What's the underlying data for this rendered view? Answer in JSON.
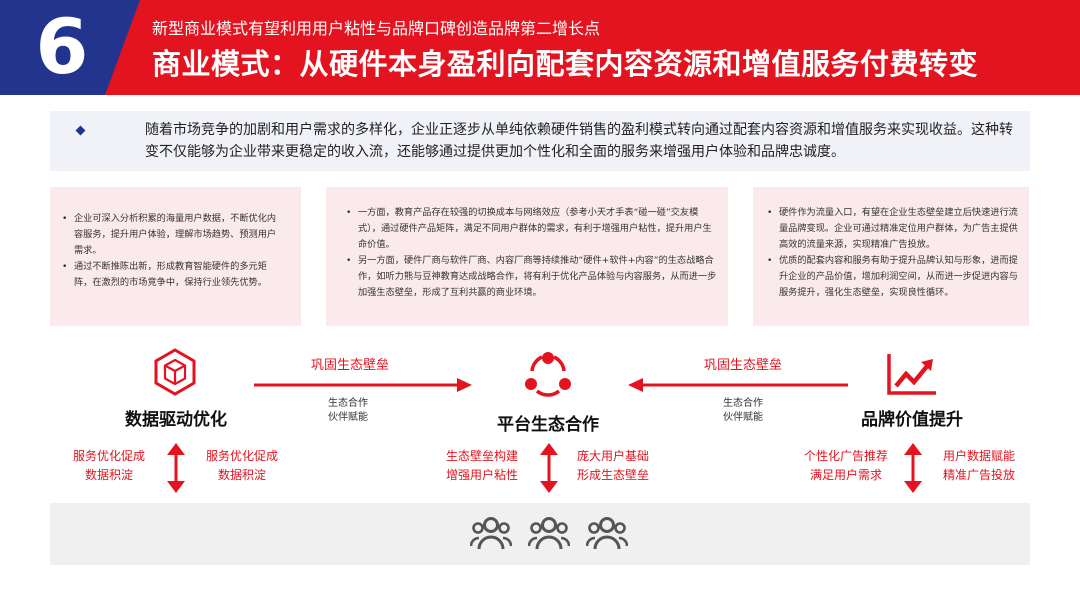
{
  "header": {
    "number": "6",
    "subtitle": "新型商业模式有望利用用户粘性与品牌口碑创造品牌第二增长点",
    "title": "商业模式：从硬件本身盈利向配套内容资源和增值服务付费转变"
  },
  "intro": {
    "text": "随着市场竞争的加剧和用户需求的多样化，企业正逐步从单纯依赖硬件销售的盈利模式转向通过配套内容资源和增值服务来实现收益。这种转变不仅能够为企业带来更稳定的收入流，还能够通过提供更加个性化和全面的服务来增强用户体验和品牌忠诚度。"
  },
  "cards": [
    {
      "items": [
        "企业可深入分析积累的海量用户数据，不断优化内容服务，提升用户体验，理解市场趋势、预测用户需求。",
        "通过不断推陈出新，形成教育智能硬件的多元矩阵，在激烈的市场竞争中，保持行业领先优势。"
      ]
    },
    {
      "items": [
        "一方面，教育产品存在较强的切换成本与网络效应（参考小天才手表“碰一碰”交友模式），通过硬件产品矩阵，满足不同用户群体的需求，有利于增强用户粘性，提升用户生命价值。",
        "另一方面，硬件厂商与软件厂商、内容厂商等持续推动“硬件+软件+内容”的生态战略合作，如听力熊与豆神教育达成战略合作，将有利于优化产品体验与内容服务，从而进一步加强生态壁垒，形成了互利共赢的商业环境。"
      ]
    },
    {
      "items": [
        "硬件作为流量入口，有望在企业生态壁垒建立后快速进行流量品牌变现。企业可通过精准定位用户群体，为广告主提供高效的流量来源，实现精准广告投放。",
        "优质的配套内容和服务有助于提升品牌认知与形象，进而提升企业的产品价值，增加利润空间，从而进一步促进内容与服务提升，强化生态壁垒，实现良性循环。"
      ]
    }
  ],
  "flow": {
    "left_node": "数据驱动优化",
    "center_node": "平台生态合作",
    "right_node": "品牌价值提升",
    "left_arrow_label": "巩固生态壁垒",
    "right_arrow_label": "巩固生态壁垒",
    "left_arrow_sub": [
      "生态合作",
      "伙伴赋能"
    ],
    "right_arrow_sub": [
      "生态合作",
      "伙伴赋能"
    ]
  },
  "benefits": {
    "left_a": [
      "服务优化促成",
      "数据积淀"
    ],
    "left_b": [
      "服务优化促成",
      "数据积淀"
    ],
    "center_a": [
      "生态壁垒构建",
      "增强用户粘性"
    ],
    "center_b": [
      "庞大用户基础",
      "形成生态壁垒"
    ],
    "right_a": [
      "个性化广告推荐",
      "满足用户需求"
    ],
    "right_b": [
      "用户数据赋能",
      "精准广告投放"
    ]
  },
  "colors": {
    "red": "#e3141f",
    "navy": "#23348f",
    "card_bg": "#fbeaec",
    "intro_bg": "#f1f2f7",
    "bar_bg": "#f0f0f0"
  },
  "icons": [
    "cube-icon",
    "share-network-icon",
    "growth-chart-icon",
    "users-group-icon"
  ]
}
